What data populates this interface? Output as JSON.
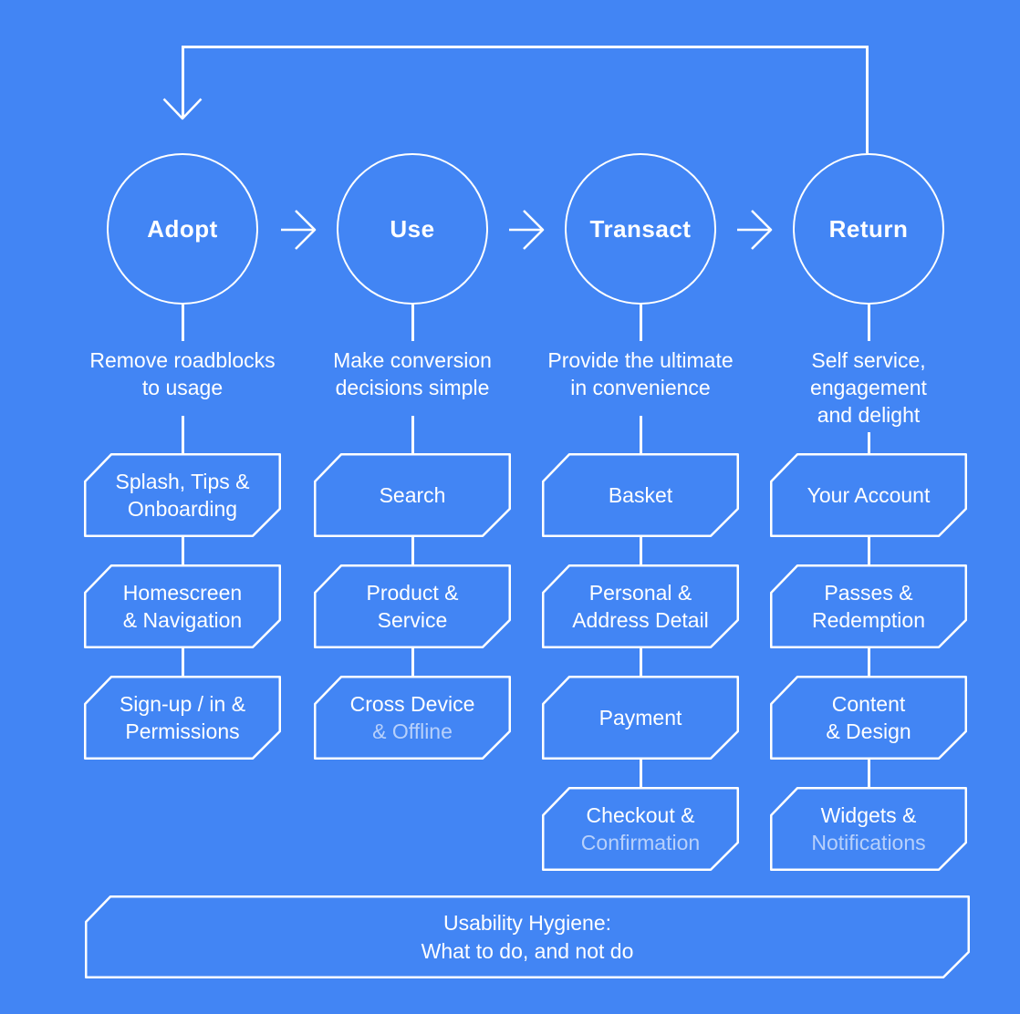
{
  "colors": {
    "background": "#4285F4",
    "line": "#FFFFFF",
    "text": "#FFFFFF",
    "muted_text": "rgba(255,255,255,0.62)"
  },
  "icons": {
    "flow_arrow_icon": "→",
    "feedback_arrowhead_icon": "↓"
  },
  "banner": {
    "line1": "Usability Hygiene:",
    "line2": "What to do, and not do"
  },
  "columns": [
    {
      "stage": "Adopt",
      "description": "Remove roadblocks\nto usage",
      "boxes": [
        {
          "line1": "Splash, Tips &",
          "line2": "Onboarding"
        },
        {
          "line1": "Homescreen",
          "line2": "& Navigation"
        },
        {
          "line1": "Sign-up / in &",
          "line2": "Permissions"
        }
      ]
    },
    {
      "stage": "Use",
      "description": "Make conversion\ndecisions simple",
      "boxes": [
        {
          "line1": "Search"
        },
        {
          "line1": "Product &",
          "line2": "Service"
        },
        {
          "line1": "Cross Device",
          "line2": "& Offline",
          "line2_muted": true
        }
      ]
    },
    {
      "stage": "Transact",
      "description": "Provide the ultimate\nin convenience",
      "boxes": [
        {
          "line1": "Basket"
        },
        {
          "line1": "Personal &",
          "line2": "Address Detail"
        },
        {
          "line1": "Payment"
        },
        {
          "line1": "Checkout &",
          "line2": "Confirmation",
          "line2_muted": true
        }
      ]
    },
    {
      "stage": "Return",
      "description": "Self service,\nengagement\nand delight",
      "boxes": [
        {
          "line1": "Your Account"
        },
        {
          "line1": "Passes &",
          "line2": "Redemption"
        },
        {
          "line1": "Content",
          "line2": "& Design"
        },
        {
          "line1": "Widgets &",
          "line2": "Notifications",
          "line2_muted": true
        }
      ]
    }
  ]
}
